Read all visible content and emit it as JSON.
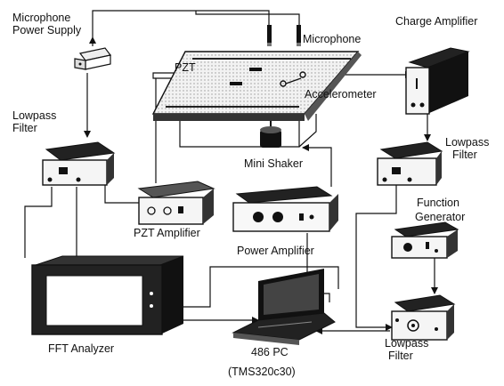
{
  "labels": {
    "mic_power_line1": "Microphone",
    "mic_power_line2": "Power Supply",
    "microphone": "Microphone",
    "charge_amplifier": "Charge Amplifier",
    "pzt": "PZT",
    "accelerometer": "Accelerometer",
    "lowpass_left_line1": "Lowpass",
    "lowpass_left_line2": "Filter",
    "mini_shaker": "Mini Shaker",
    "lowpass_right_line1": "Lowpass",
    "lowpass_right_line2": "Filter",
    "function_gen_line1": "Function",
    "function_gen_line2": "Generator",
    "pzt_amplifier": "PZT Amplifier",
    "power_amplifier": "Power Amplifier",
    "fft_analyzer": "FFT Analyzer",
    "pc_line1": "486 PC",
    "pc_line2": "(TMS320c30)",
    "lowpass_bottom_line1": "Lowpass",
    "lowpass_bottom_line2": "Filter"
  }
}
